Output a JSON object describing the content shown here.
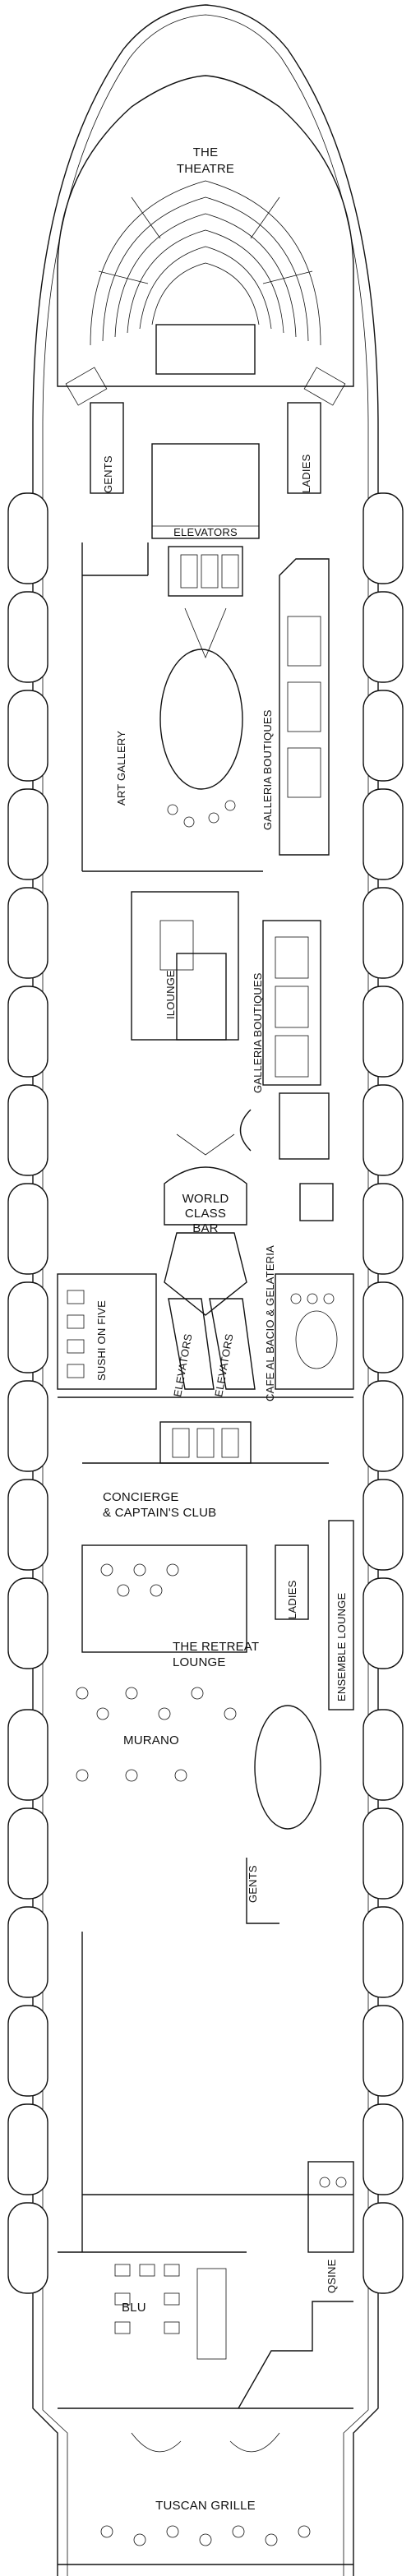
{
  "deck_plan": {
    "labels": {
      "theatre_line1": "THE",
      "theatre_line2": "THEATRE",
      "gents_fwd": "GENTS",
      "ladies_fwd": "LADIES",
      "elevators_fwd": "ELEVATORS",
      "art_gallery": "ART GALLERY",
      "galleria_boutiques_1": "GALLERIA BOUTIQUES",
      "galleria_boutiques_2": "GALLERIA BOUTIQUES",
      "ilounge": "ILOUNGE",
      "world_class_bar_1": "WORLD",
      "world_class_bar_2": "CLASS",
      "world_class_bar_3": "BAR",
      "sushi_on_five": "SUSHI ON FIVE",
      "elevators_mid_1": "ELEVATORS",
      "elevators_mid_2": "ELEVATORS",
      "cafe_al_bacio": "CAFE AL BACIO & GELATERIA",
      "concierge_line1": "CONCIERGE",
      "concierge_line2": "& CAPTAIN'S CLUB",
      "ladies_mid": "LADIES",
      "ensemble_lounge": "ENSEMBLE LOUNGE",
      "retreat_line1": "THE RETREAT",
      "retreat_line2": "LOUNGE",
      "murano": "MURANO",
      "gents_mid": "GENTS",
      "qsine": "QSINE",
      "blu": "BLU",
      "tuscan_grille": "TUSCAN GRILLE"
    }
  }
}
